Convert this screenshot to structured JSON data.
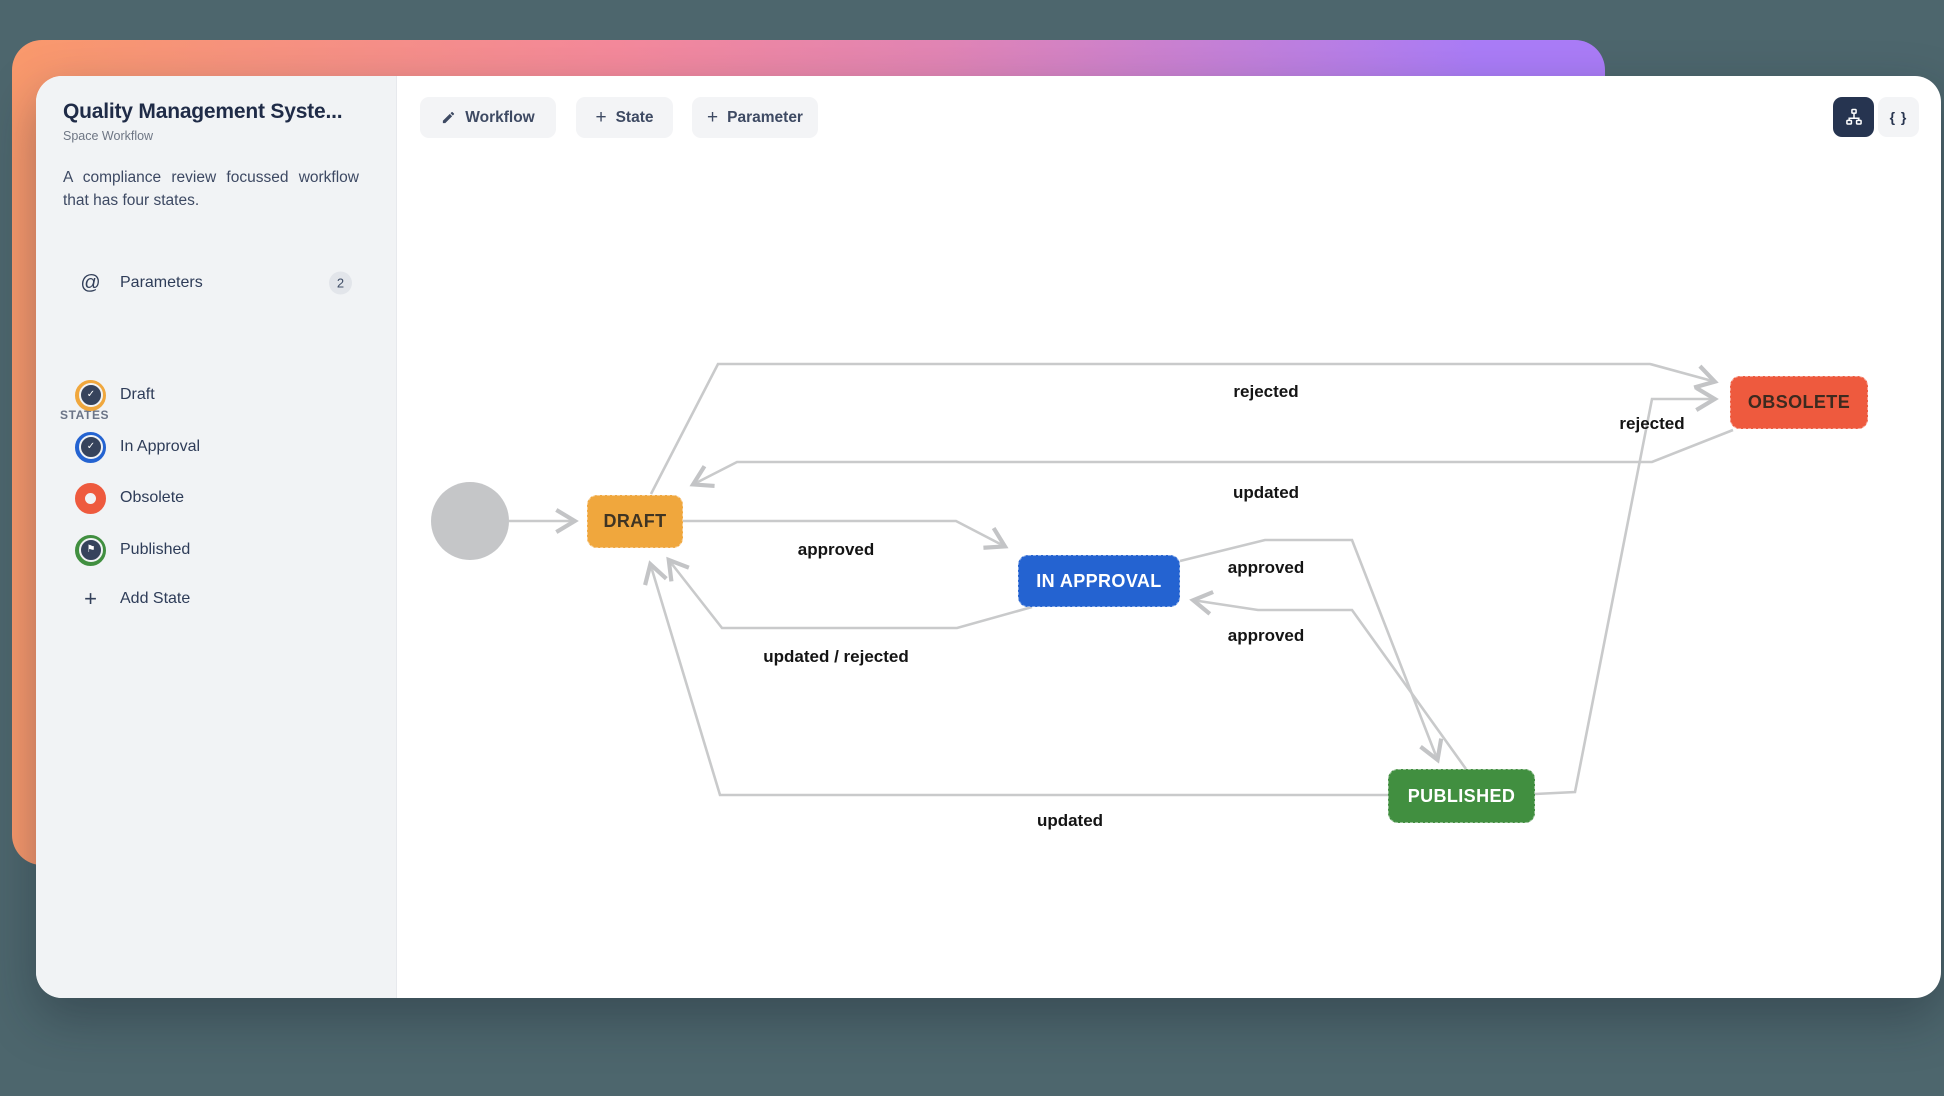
{
  "app": {
    "background_color": "#4d666d",
    "gradient_colors": [
      "#f9996c",
      "#f4899b",
      "#aa7cf7"
    ]
  },
  "sidebar": {
    "title": "Quality Management Syste...",
    "subtitle": "Space Workflow",
    "description": "A compliance review focussed workflow that has four states.",
    "parameters_icon": "at-icon",
    "at_glyph": "@",
    "parameters_label": "Parameters",
    "parameters_count": "2",
    "states_header": "STATES",
    "states": [
      {
        "label": "Draft",
        "color": "#f0a73d",
        "badge": "check",
        "badge_glyph": "✓"
      },
      {
        "label": "In Approval",
        "color": "#2463d1",
        "badge": "check",
        "badge_glyph": "✓"
      },
      {
        "label": "Obsolete",
        "color": "#ee5a3e",
        "badge": "",
        "badge_glyph": ""
      },
      {
        "label": "Published",
        "color": "#418f40",
        "badge": "flag",
        "badge_glyph": "⚑"
      }
    ],
    "add_state_plus": "+",
    "add_state_label": "Add State"
  },
  "toolbar": {
    "workflow_label": "Workflow",
    "plus_glyph": "+",
    "state_label": "State",
    "parameter_label": "Parameter"
  },
  "view_toggle": {
    "diagram_icon": "flowchart-icon",
    "code_label": "{ }"
  },
  "diagram": {
    "start_node": "start-circle",
    "nodes": [
      {
        "id": "draft",
        "label": "DRAFT",
        "color": "#f0a73d"
      },
      {
        "id": "in-approval",
        "label": "IN APPROVAL",
        "color": "#2463d1"
      },
      {
        "id": "obsolete",
        "label": "OBSOLETE",
        "color": "#ee5a3e"
      },
      {
        "id": "published",
        "label": "PUBLISHED",
        "color": "#418f40"
      }
    ],
    "edges": [
      {
        "from": "Start",
        "to": "Draft",
        "label": ""
      },
      {
        "from": "Draft",
        "to": "Obsolete",
        "label": "rejected"
      },
      {
        "from": "Obsolete",
        "to": "Draft",
        "label": "updated"
      },
      {
        "from": "Draft",
        "to": "In Approval",
        "label": "approved"
      },
      {
        "from": "In Approval",
        "to": "Draft",
        "label": "updated / rejected"
      },
      {
        "from": "In Approval",
        "to": "Published",
        "label": "approved"
      },
      {
        "from": "Published",
        "to": "In Approval",
        "label": "approved"
      },
      {
        "from": "Published",
        "to": "Obsolete",
        "label": "rejected"
      },
      {
        "from": "Published",
        "to": "Draft",
        "label": "updated"
      }
    ]
  }
}
